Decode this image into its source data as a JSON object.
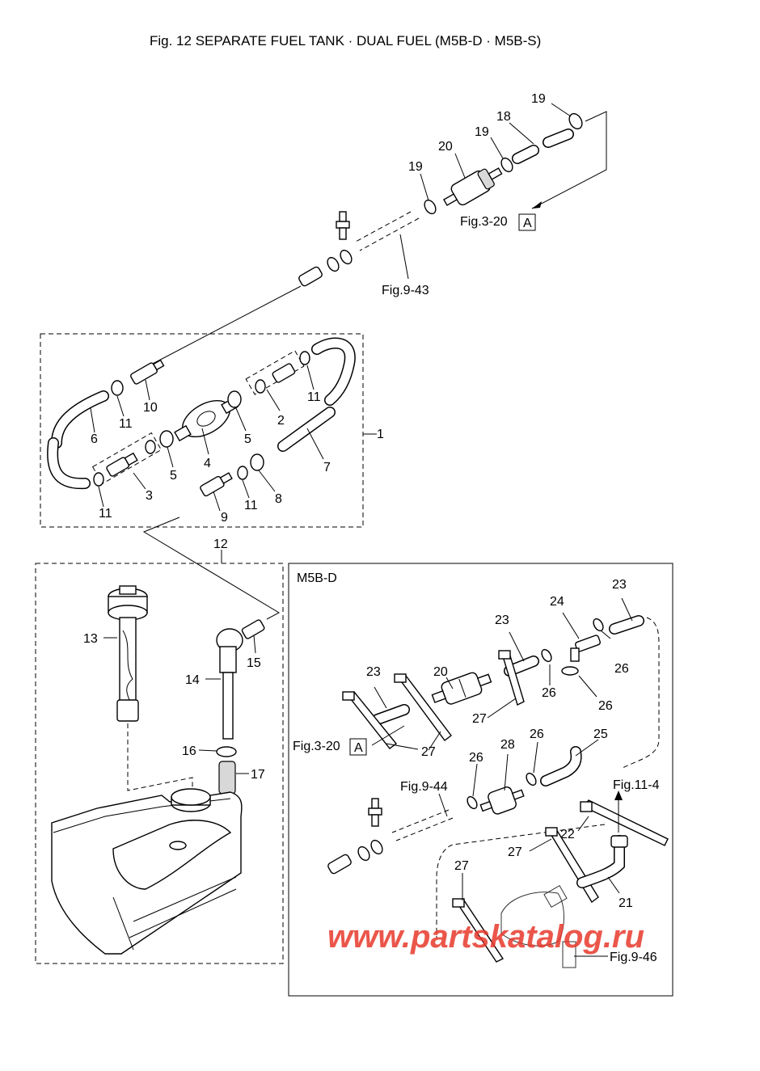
{
  "title": "Fig. 12    SEPARATE FUEL TANK · DUAL FUEL (M5B-D · M5B-S)",
  "inset_label": "M5B-D",
  "watermark": "www.partskatalog.ru",
  "callouts": {
    "c1": "1",
    "c2": "2",
    "c3": "3",
    "c4": "4",
    "c5a": "5",
    "c5b": "5",
    "c6": "6",
    "c7": "7",
    "c8": "8",
    "c9": "9",
    "c10": "10",
    "c11a": "11",
    "c11b": "11",
    "c11c": "11",
    "c11d": "11",
    "c12": "12",
    "c13": "13",
    "c14": "14",
    "c15": "15",
    "c16": "16",
    "c17": "17",
    "c18": "18",
    "c19a": "19",
    "c19b": "19",
    "c19c": "19",
    "c20a": "20",
    "c20b": "20",
    "c21": "21",
    "c22": "22",
    "c23a": "23",
    "c23b": "23",
    "c23c": "23",
    "c24": "24",
    "c25": "25",
    "c26a": "26",
    "c26b": "26",
    "c26c": "26",
    "c26d": "26",
    "c26e": "26",
    "c27a": "27",
    "c27b": "27",
    "c27c": "27",
    "c27d": "27",
    "c28": "28"
  },
  "refs": {
    "fig3_20_top": "Fig.3-20",
    "fig3_20_top_box": "A",
    "fig9_43": "Fig.9-43",
    "fig3_20_inset": "Fig.3-20",
    "fig3_20_inset_box": "A",
    "fig9_44": "Fig.9-44",
    "fig11_4": "Fig.11-4",
    "fig9_46": "Fig.9-46"
  }
}
